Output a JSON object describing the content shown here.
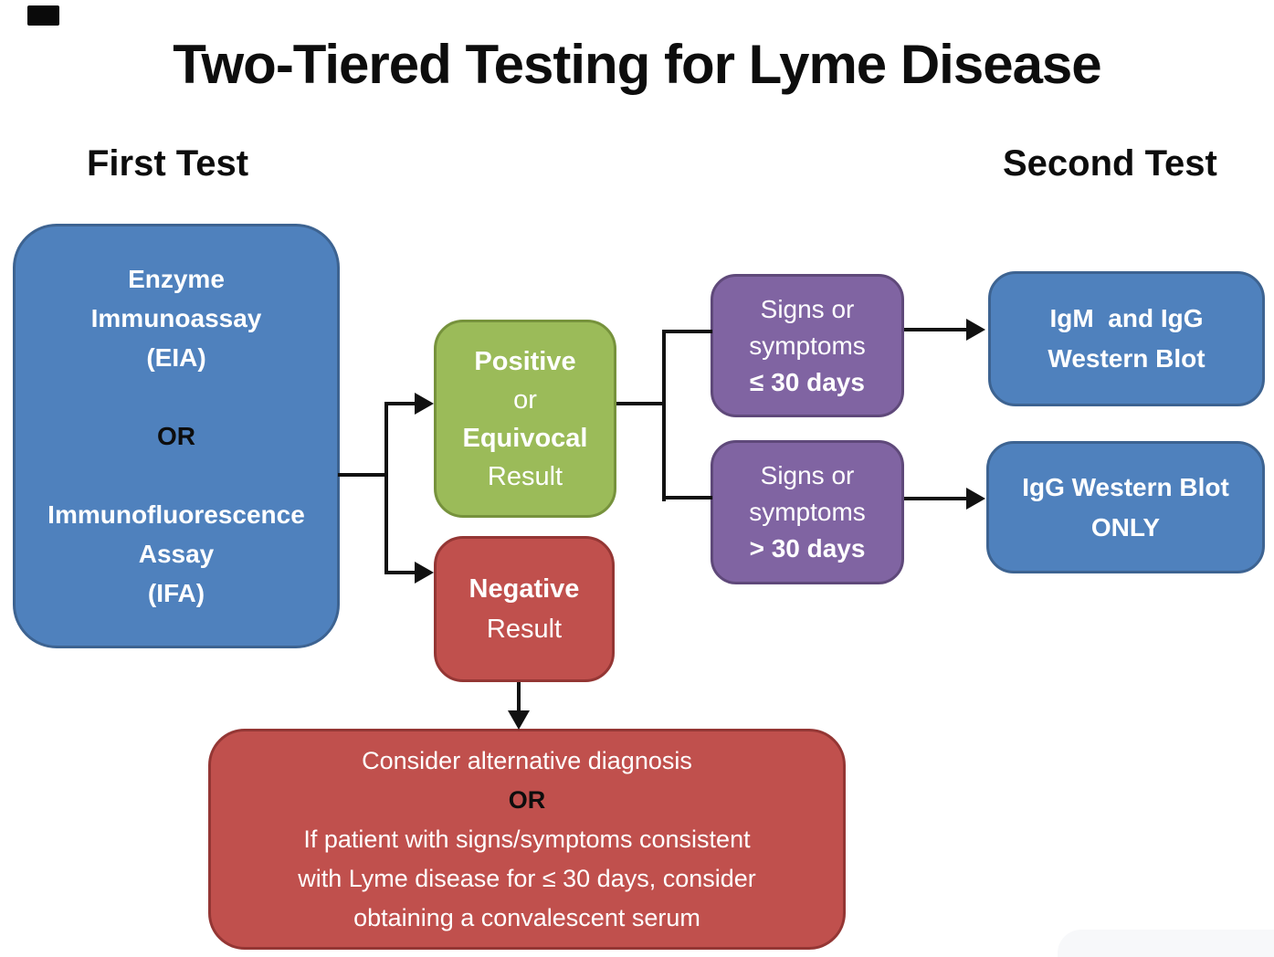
{
  "title": "Two-Tiered Testing for Lyme Disease",
  "column_headers": {
    "first": "First Test",
    "second": "Second Test"
  },
  "boxes": {
    "first_test": {
      "lines_top": [
        "Enzyme",
        "Immunoassay",
        "(EIA)"
      ],
      "or": "OR",
      "lines_bottom": [
        "Immunofluorescence",
        "Assay",
        "(IFA)"
      ]
    },
    "positive_result": {
      "lines": [
        "Positive",
        "or",
        "Equivocal",
        "Result"
      ]
    },
    "negative_result": {
      "lines": [
        "Negative",
        "Result"
      ]
    },
    "symptoms_early": {
      "lines": [
        "Signs or",
        "symptoms",
        "≤ 30 days"
      ]
    },
    "symptoms_late": {
      "lines": [
        "Signs or",
        "symptoms",
        "> 30 days"
      ]
    },
    "igm_igg_blot": {
      "lines": [
        "IgM  and IgG",
        "Western Blot"
      ]
    },
    "igg_blot_only": {
      "lines": [
        "IgG Western Blot",
        "ONLY"
      ]
    },
    "alternative_diagnosis": {
      "lines": [
        "Consider alternative diagnosis",
        "OR",
        "If patient with signs/symptoms consistent",
        "with Lyme disease for ≤ 30 days, consider",
        "obtaining a convalescent serum"
      ]
    }
  },
  "colors": {
    "blue_fill": "#4F81BD",
    "blue_border": "#3D6391",
    "green_fill": "#9BBB59",
    "green_border": "#76923C",
    "red_fill": "#C0504D",
    "red_border": "#943634",
    "purple_fill": "#8064A2",
    "purple_border": "#5F497A",
    "connector": "#111111",
    "text_light": "#FFFFFF",
    "text_dark": "#0D0D0D",
    "top_left_mark": "#0A0A0A"
  }
}
